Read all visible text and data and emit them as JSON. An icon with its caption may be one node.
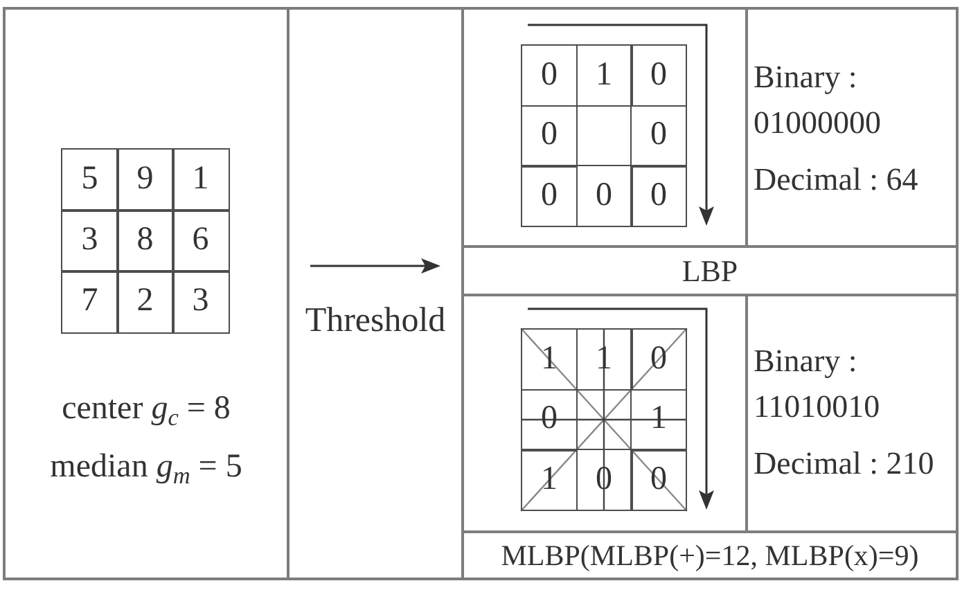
{
  "diagram": {
    "nodes": [
      {
        "text": [
          "center *g*$_{c}$ = 8",
          "median *g*$_{m}$ = 5"
        ]
      },
      {
        "text": [
          "5"
        ],
        "in": 0
      },
      {
        "text": [
          "9"
        ],
        "in": 0
      },
      {
        "text": [
          "1"
        ],
        "in": 0
      },
      {
        "text": [
          "3"
        ],
        "in": 0
      },
      {
        "text": [
          "8"
        ],
        "in": 0
      },
      {
        "text": [
          "6"
        ],
        "in": 0
      },
      {
        "text": [
          "7"
        ],
        "in": 0
      },
      {
        "text": [
          "2"
        ],
        "in": 0
      },
      {
        "text": [
          "3"
        ],
        "in": 0
      },
      {
        "text": [
          "Threshold"
        ]
      },
      {
        "text": [],
        "shape": "box"
      },
      {
        "text": [
          "0"
        ],
        "in": 11
      },
      {
        "text": [
          "1"
        ],
        "in": 11
      },
      {
        "text": [
          "0"
        ],
        "in": 11
      },
      {
        "text": [
          "0"
        ],
        "in": 11
      },
      {
        "text": [
          "0"
        ],
        "in": 11
      },
      {
        "text": [
          "0"
        ],
        "in": 11
      },
      {
        "text": [
          "0"
        ],
        "in": 11
      },
      {
        "text": [
          "0"
        ],
        "in": 11
      },
      {
        "text": [
          "Binary : 01000000",
          "Decimal : 64"
        ]
      },
      {
        "text": [
          "LBP"
        ]
      },
      {
        "text": [],
        "shape": "box"
      },
      {
        "text": [
          "1"
        ],
        "in": 22
      },
      {
        "text": [
          "1"
        ],
        "in": 22
      },
      {
        "text": [
          "0"
        ],
        "in": 22
      },
      {
        "text": [
          "0"
        ],
        "in": 22
      },
      {
        "text": [
          "1"
        ],
        "in": 22
      },
      {
        "text": [
          "1"
        ],
        "in": 22
      },
      {
        "text": [
          "0"
        ],
        "in": 22
      },
      {
        "text": [
          "0"
        ],
        "in": 22
      },
      {
        "text": [
          "Binary : 11010010",
          "Decimal : 210"
        ]
      },
      {
        "text": [
          "MLBP(MLBP(+)=12, MLBP(x)=9)"
        ]
      }
    ],
    "edges": [
      {
        "from": 23,
        "to": 30,
        "arrow": "none",
        "color": "#8a8a8a"
      },
      {
        "from": 25,
        "to": 28,
        "arrow": "none",
        "color": "#8a8a8a"
      },
      {
        "from": 24,
        "to": 29,
        "arrow": "none"
      },
      {
        "from": 26,
        "to": 27,
        "arrow": "none"
      }
    ]
  }
}
